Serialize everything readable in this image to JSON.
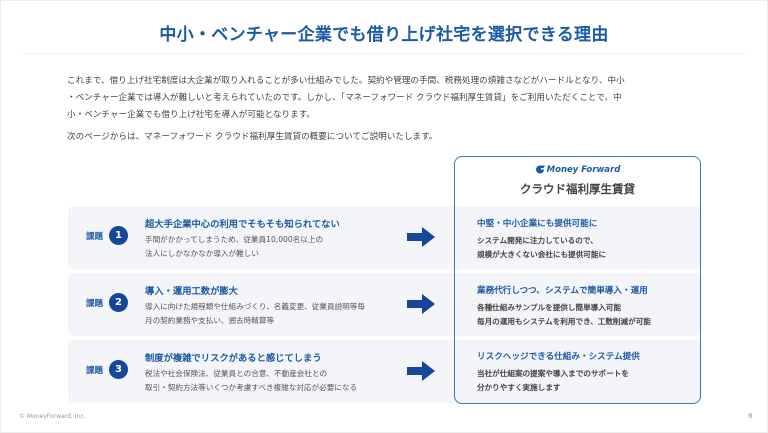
{
  "slide": {
    "title": "中小・ベンチャー企業でも借り上げ社宅を選択できる理由",
    "intro_lines": [
      "これまで、借り上げ社宅制度は大企業が取り入れることが多い仕組みでした。契約や管理の手間、税務処理の煩雑さなどがハードルとなり、中小",
      "・ベンチャー企業では導入が難しいと考えられていたのです。しかし、「マネーフォワード クラウド福利厚生賃貸」をご利用いただくことで、中",
      "小・ベンチャー企業でも借り上げ社宅を導入が可能となります。"
    ],
    "intro_next": "次のページからは、マネーフォワード クラウド福利厚生賃貸の概要についてご説明いたします。",
    "problem_tag": "課題",
    "problems": [
      {
        "number": "1",
        "title": "超大手企業中心の利用でそもそも知られてない",
        "desc_lines": [
          "手間がかかってしまうため、従業員10,000名以上の",
          "法人にしかなかなか導入が難しい"
        ]
      },
      {
        "number": "2",
        "title": "導入・運用工数が膨大",
        "desc_lines": [
          "導入に向けた規程類や仕組みづくり、名義変更、従業員説明等毎",
          "月の契約業務や支払い、遡去時精算等"
        ]
      },
      {
        "number": "3",
        "title": "制度が複雑でリスクがあると感じてしまう",
        "desc_lines": [
          "税法や社会保険法、従業員との合意、不動産会社との",
          "取引・契約方法等いくつか考慮すべき複雑な対応が必要になる"
        ]
      }
    ],
    "solution": {
      "brand": "Money Forward",
      "product": "クラウド福利厚生賃貸",
      "items": [
        {
          "title": "中堅・中小企業にも提供可能に",
          "desc_lines": [
            "システム開発に注力しているので、",
            "規模が大きくない会社にも提供可能に"
          ]
        },
        {
          "title": "業務代行しつつ、システムで簡単導入・運用",
          "desc_lines": [
            "各種仕組みサンプルを提供し簡単導入可能",
            "毎月の運用もシステムを利用でき、工数削減が可能"
          ]
        },
        {
          "title": "リスクヘッジできる仕組み・システム提供",
          "desc_lines": [
            "当社が仕組案の提案や導入までのサポートを",
            "分かりやすく実施します"
          ]
        }
      ]
    },
    "footer": {
      "copyright": "© MoneyForward, Inc.",
      "page_number": "8"
    },
    "colors": {
      "accent": "#1c5aa6",
      "badge": "#15469a",
      "row_bg": "#f4f5f8",
      "box_border": "#3f77b8"
    }
  }
}
